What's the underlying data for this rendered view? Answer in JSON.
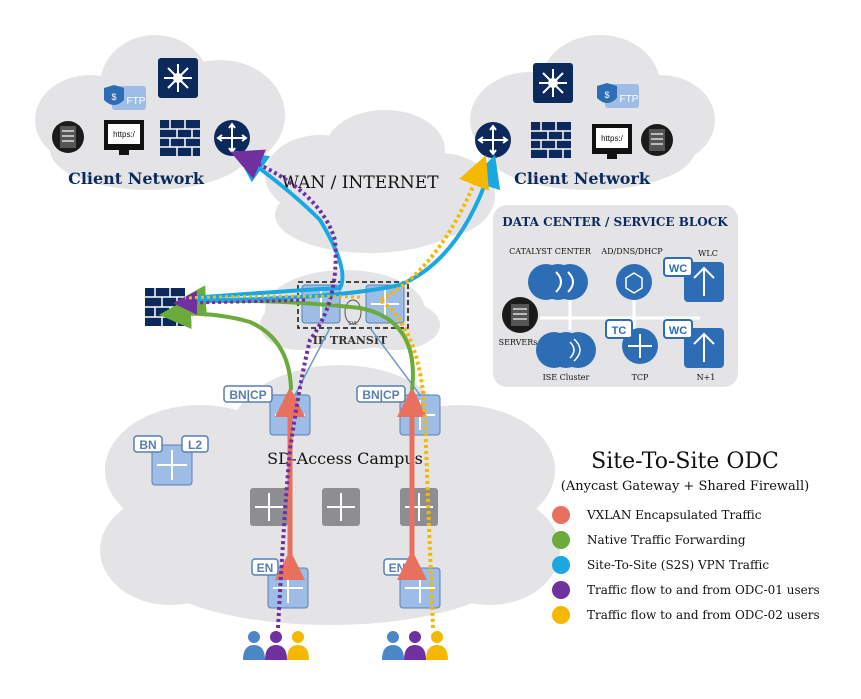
{
  "clouds": {
    "client_left": "Client Network",
    "client_right": "Client Network",
    "wan": "WAN / INTERNET",
    "ip_transit": "IP TRANSIT",
    "campus": "SD-Access Campus"
  },
  "devices": {
    "ftp_left": "FTP",
    "ftp_right": "FTP",
    "https_left": "https:/",
    "https_right": "https:/",
    "svl": "SVL"
  },
  "datacenter": {
    "title": "DATA CENTER / SERVICE BLOCK",
    "catalyst_center": "CATALYST CENTER",
    "ad_dns_dhcp": "AD/DNS/DHCP",
    "wlc": "WLC",
    "servers": "SERVERs",
    "ise_cluster": "ISE Cluster",
    "tcp": "TCP",
    "n_plus_1": "N+1",
    "wc_top": "WC",
    "wc_bottom": "WC",
    "tc": "TC"
  },
  "nodes": {
    "bn_cp_left": "BN|CP",
    "bn_cp_right": "BN|CP",
    "bn": "BN",
    "l2": "L2",
    "en_left": "EN",
    "en_right": "EN"
  },
  "legend": {
    "title": "Site-To-Site ODC",
    "subtitle": "(Anycast Gateway + Shared Firewall)",
    "items": [
      {
        "label": "VXLAN Encapsulated Traffic",
        "color": "#e8705e"
      },
      {
        "label": "Native Traffic Forwarding",
        "color": "#6aab3c"
      },
      {
        "label": "Site-To-Site (S2S) VPN Traffic",
        "color": "#1aa8e2"
      },
      {
        "label": "Traffic flow to and from ODC-01 users",
        "color": "#7030a0"
      },
      {
        "label": "Traffic flow to and from ODC-02 users",
        "color": "#f5b800"
      }
    ]
  },
  "colors": {
    "navy": "#0b2a5b",
    "cloud": "#e4e4e6",
    "switch_blue": "#9dbde6",
    "switch_gray": "#8e8e92",
    "red": "#e8705e",
    "green": "#6aab3c",
    "cyan": "#1aa8e2",
    "purple": "#7030a0",
    "yellow": "#f5b800"
  }
}
